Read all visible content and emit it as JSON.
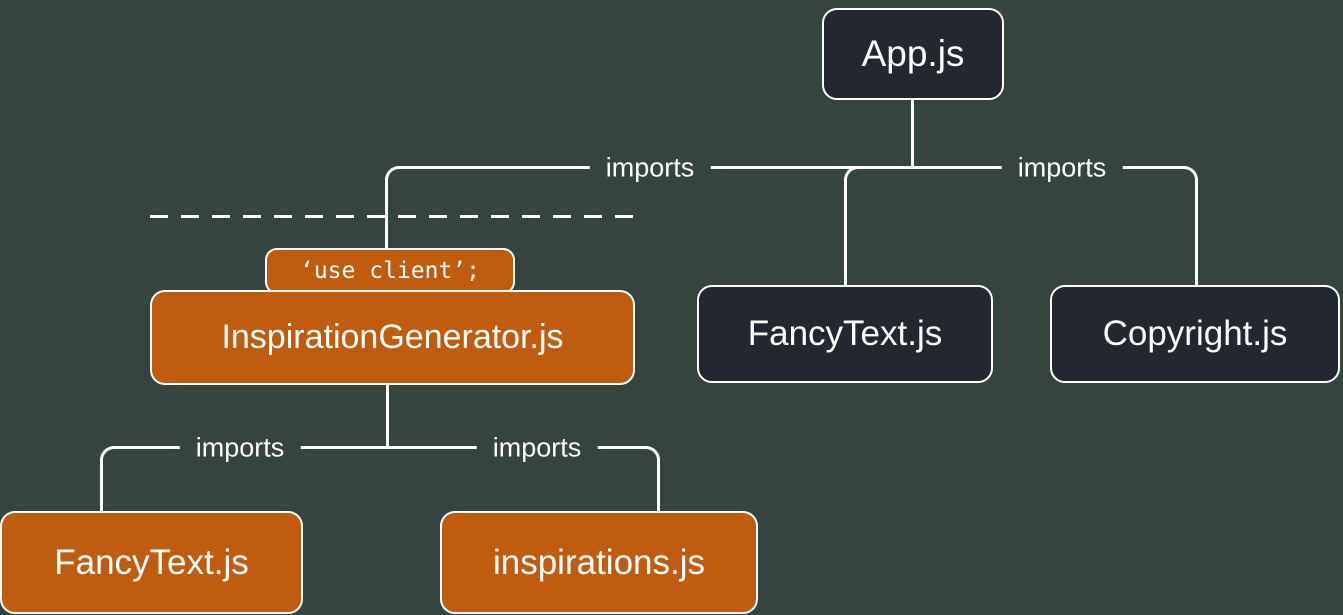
{
  "colors": {
    "background": "#35443E",
    "server_module_fill": "#23272F",
    "client_module_fill": "#C05C10",
    "stroke": "#FFFFFF",
    "text": "#FFFFFF"
  },
  "nodes": {
    "app": {
      "label": "App.js"
    },
    "fancy_text_top": {
      "label": "FancyText.js"
    },
    "copyright": {
      "label": "Copyright.js"
    },
    "inspiration_generator": {
      "label": "InspirationGenerator.js",
      "directive": "‘use client’;"
    },
    "fancy_text_bottom": {
      "label": "FancyText.js"
    },
    "inspirations": {
      "label": "inspirations.js"
    }
  },
  "edge_labels": {
    "app_to_inspiration_generator": "imports",
    "app_to_copyright": "imports",
    "inspiration_generator_to_fancy_text": "imports",
    "inspiration_generator_to_inspirations": "imports"
  }
}
